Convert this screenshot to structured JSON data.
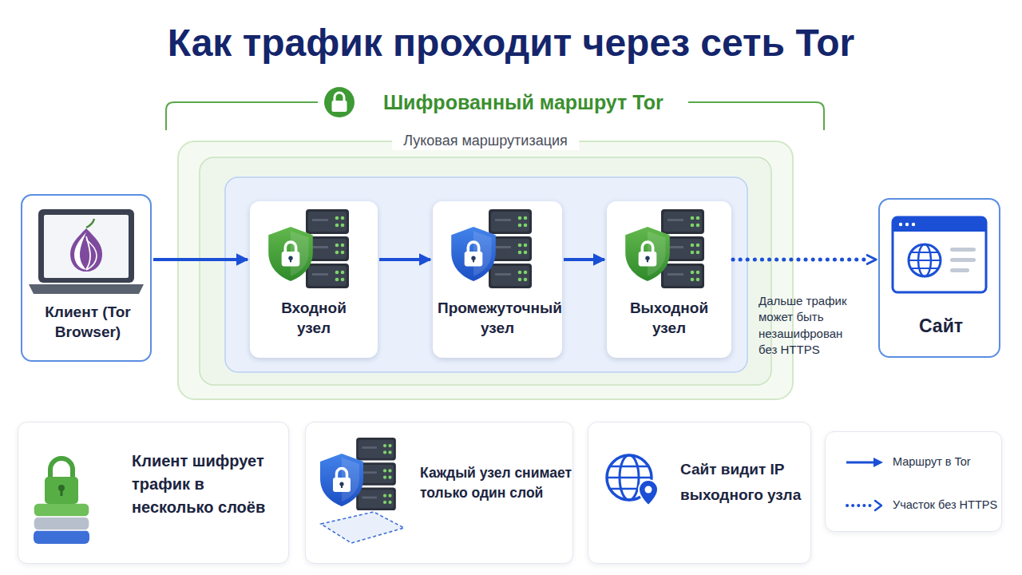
{
  "diagram": {
    "title": "Как трафик проходит через сеть Tor",
    "nodes": [
      {
        "text": [
          "Клиент (Tor Browser)"
        ]
      },
      {
        "text": [
          "Луковая маршрутизация"
        ]
      },
      {
        "text": [
          "Входной узел"
        ],
        "in": 1
      },
      {
        "text": [
          "Промежуточный узел"
        ],
        "in": 1
      },
      {
        "text": [
          "Выходной узел"
        ],
        "in": 1
      },
      {
        "text": [
          "Сайт"
        ]
      },
      {
        "text": [
          "Клиент шифрует трафик в несколько слоёв"
        ]
      },
      {
        "text": [
          "Каждый узел снимает только один слой"
        ]
      },
      {
        "text": [
          "Сайт видит IP выходного узла"
        ]
      }
    ],
    "edges": [
      {
        "from": 0,
        "to": 2,
        "arrow": "to"
      },
      {
        "from": 2,
        "to": 3,
        "arrow": "to"
      },
      {
        "from": 3,
        "to": 4,
        "arrow": "to"
      },
      {
        "from": 4,
        "to": 5,
        "label": "Дальше трафик может быть незашифрован без HTTPS",
        "arrow": "to"
      }
    ],
    "labels": [
      "Шифрованный маршрут Tor"
    ],
    "legend": [
      {
        "text": "Маршрут в Tor"
      },
      {
        "text": "Участок без HTTPS"
      }
    ]
  }
}
